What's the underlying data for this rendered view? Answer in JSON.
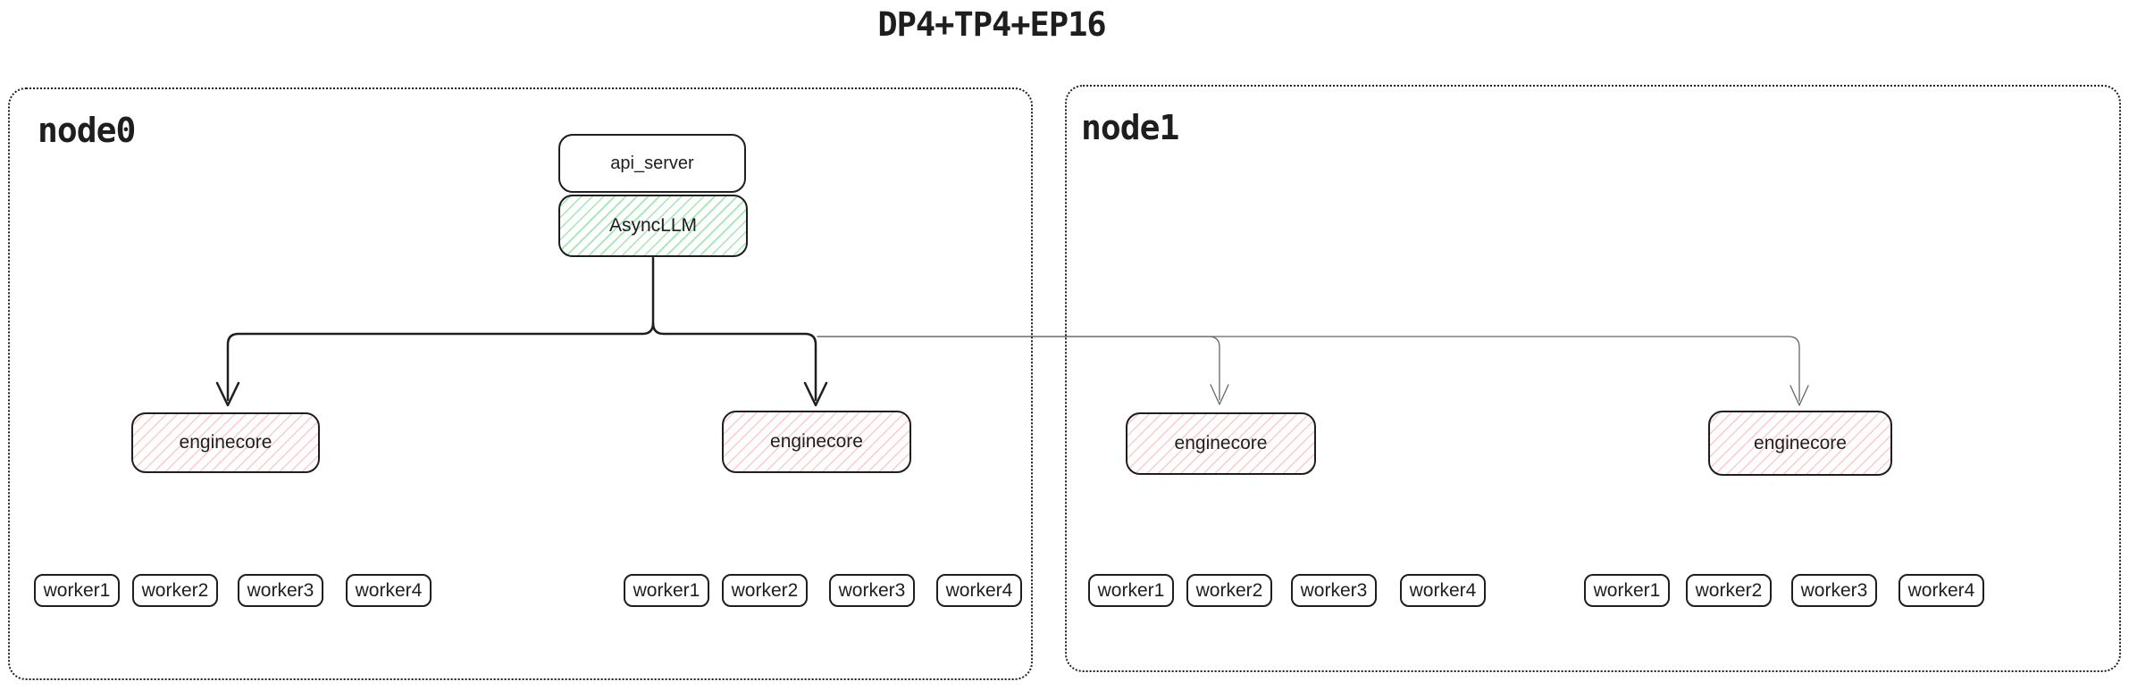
{
  "title": "DP4+TP4+EP16",
  "nodes": [
    {
      "label": "node0"
    },
    {
      "label": "node1"
    }
  ],
  "api_stack": {
    "api_server_label": "api_server",
    "async_llm_label": "AsyncLLM"
  },
  "enginecores": [
    {
      "label": "enginecore"
    },
    {
      "label": "enginecore"
    },
    {
      "label": "enginecore"
    },
    {
      "label": "enginecore"
    }
  ],
  "worker_groups": [
    {
      "items": [
        "worker1",
        "worker2",
        "worker3",
        "worker4"
      ]
    },
    {
      "items": [
        "worker1",
        "worker2",
        "worker3",
        "worker4"
      ]
    },
    {
      "items": [
        "worker1",
        "worker2",
        "worker3",
        "worker4"
      ]
    },
    {
      "items": [
        "worker1",
        "worker2",
        "worker3",
        "worker4"
      ]
    }
  ],
  "colors": {
    "ink": "#1e1e1e",
    "green_hatch": "#a3e6b4",
    "red_hatch": "#ffc9c9",
    "thin_line": "#666666",
    "background": "#ffffff"
  }
}
